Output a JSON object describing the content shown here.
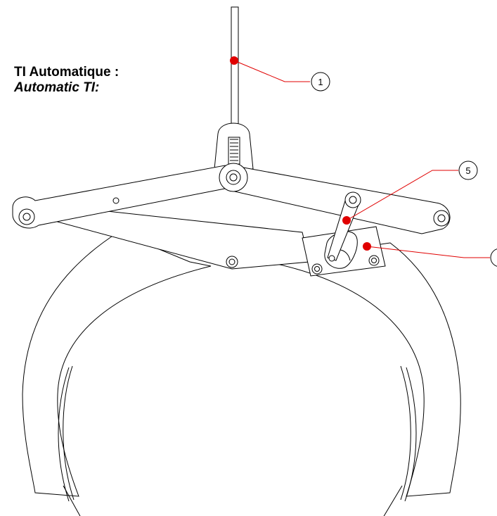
{
  "title": {
    "french": "TI Automatique :",
    "english": "Automatic TI:"
  },
  "callouts": [
    {
      "id": "callout-1",
      "number": "1"
    },
    {
      "id": "callout-5",
      "number": "5"
    },
    {
      "id": "callout-partial",
      "number": ""
    }
  ],
  "colors": {
    "leader": "#e00000",
    "line": "#000000",
    "background": "#ffffff"
  }
}
